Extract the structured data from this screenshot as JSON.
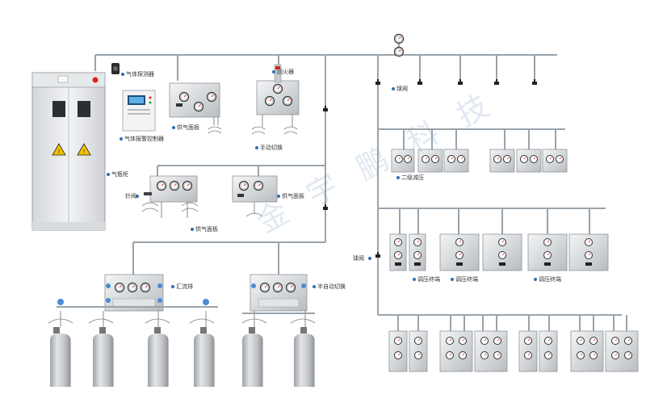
{
  "labels": {
    "gas_detector": "气体探测器",
    "gas_detector_controller": "气体报警控制器",
    "gas_cabinet": "气瓶柜",
    "supply_panel_top": "供气面板",
    "flashback_arrestor": "回火器",
    "manual_switch": "手动切换",
    "needle_valve": "针阀",
    "supply_panel_mid": "供气面板",
    "supply_panel_bottom": "供气面板",
    "ball_valve_top": "球阀",
    "secondary_regulator": "二级减压",
    "ball_valve_mid": "球阀",
    "regulator_box_1": "调压终端",
    "regulator_box_2": "调压终端",
    "regulator_box_3": "调压终端",
    "manifold": "汇流排",
    "semi_auto_switch": "半自动切换"
  },
  "watermark": "金 宇 鹏 科 技",
  "colors": {
    "pipe": "#9aa3ab",
    "dot": "#2f6fb3",
    "cylinder": "#b9bdc1",
    "cabinet": "#e9ebec",
    "warning": "#f2c200",
    "red": "#d9261c"
  }
}
